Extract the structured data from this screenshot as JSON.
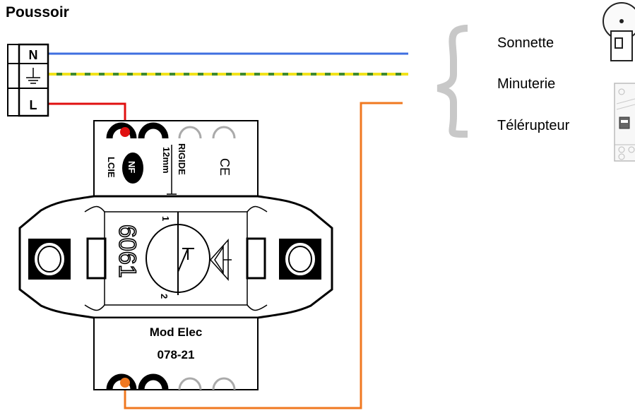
{
  "title": "Poussoir",
  "terminal_block": {
    "n_label": "N",
    "l_label": "L",
    "earth_icon": "earth-ground-icon"
  },
  "devices": [
    {
      "label": "Sonnette",
      "icon": "bell-icon"
    },
    {
      "label": "Minuterie",
      "icon": "din-rail-module-icon"
    },
    {
      "label": "Télérupteur",
      "icon": "din-rail-module-icon"
    }
  ],
  "switch": {
    "top_text": {
      "rigide": "RIGIDE",
      "length": "12mm",
      "cert": "LCIE",
      "nf": "NF",
      "ce": "CE"
    },
    "model_number": "6061",
    "terminal_1": "1",
    "terminal_2": "2",
    "brand": "Mod Elec",
    "ref": "078-21"
  },
  "wire_colors": {
    "neutral": "#3f6fe0",
    "earth_green": "#3f8a2f",
    "earth_yellow": "#f2e21a",
    "phase": "#e01010",
    "return": "#f07820"
  }
}
